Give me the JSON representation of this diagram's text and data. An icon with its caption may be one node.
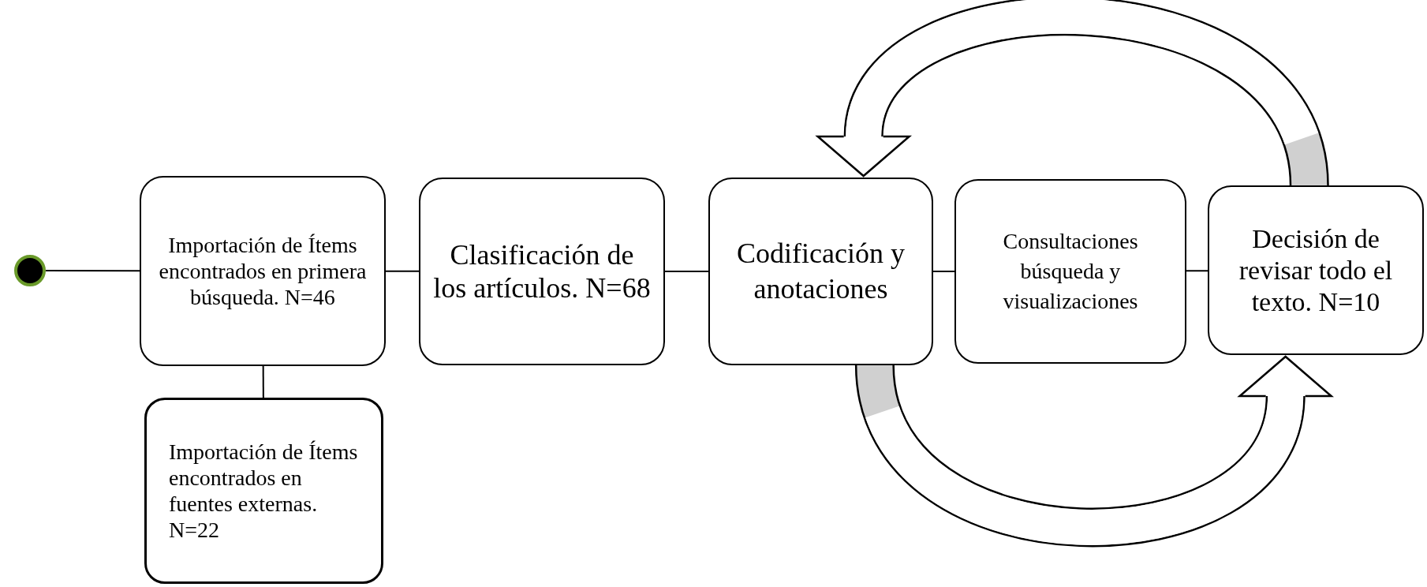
{
  "diagram": {
    "nodes": [
      {
        "text": [],
        "shape": "circle"
      },
      {
        "text": [
          "Importación de Ítems encontrados en primera búsqueda. N=46"
        ]
      },
      {
        "text": [
          "Importación de Ítems encontrados en fuentes externas. N=22"
        ]
      },
      {
        "text": [
          "Clasificación de los artículos. N=68"
        ]
      },
      {
        "text": [
          "Codificación y anotaciones"
        ]
      },
      {
        "text": [
          "Consultaciones búsqueda y visualizaciones"
        ]
      },
      {
        "text": [
          "Decisión de revisar todo el texto. N=10"
        ]
      }
    ],
    "edges": [
      {
        "from": 0,
        "to": 1,
        "arrow": "none"
      },
      {
        "from": 1,
        "to": 2,
        "arrow": "none"
      },
      {
        "from": 1,
        "to": 3,
        "arrow": "none"
      },
      {
        "from": 3,
        "to": 4,
        "arrow": "none"
      },
      {
        "from": 4,
        "to": 5,
        "arrow": "none"
      },
      {
        "from": 5,
        "to": 6,
        "arrow": "none"
      },
      {
        "from": 6,
        "to": 4,
        "arrow": "to",
        "style": "thick"
      },
      {
        "from": 4,
        "to": 6,
        "arrow": "to",
        "style": "thick"
      }
    ]
  }
}
